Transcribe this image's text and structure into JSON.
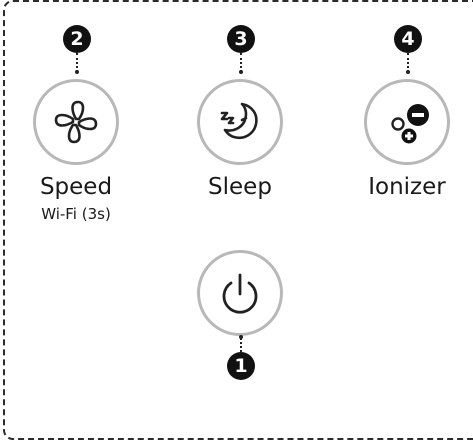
{
  "buttons": [
    {
      "id": "speed",
      "number": "2",
      "label": "Speed",
      "sublabel": "Wi-Fi (3s)",
      "icon": "fan-icon"
    },
    {
      "id": "sleep",
      "number": "3",
      "label": "Sleep",
      "sublabel": "",
      "icon": "moon-sleep-icon"
    },
    {
      "id": "ionizer",
      "number": "4",
      "label": "Ionizer",
      "sublabel": "",
      "icon": "ionizer-icon"
    },
    {
      "id": "power",
      "number": "1",
      "label": "",
      "sublabel": "",
      "icon": "power-icon"
    }
  ],
  "colors": {
    "badge": "#111111",
    "ring": "#b8b8b8",
    "border": "#2b2b2b"
  }
}
